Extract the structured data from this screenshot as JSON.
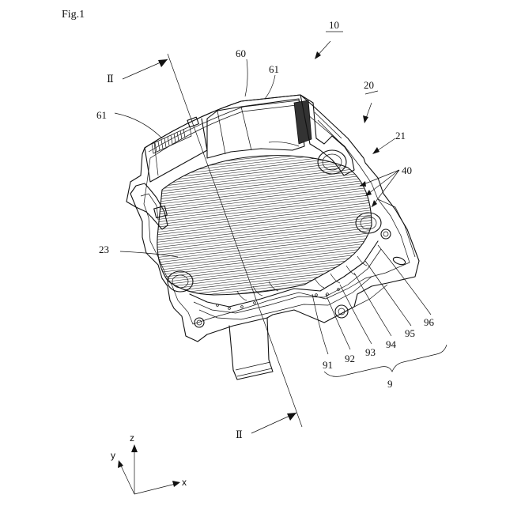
{
  "figure": {
    "title": "Fig.1",
    "section_marks": [
      "Ⅱ",
      "Ⅱ"
    ],
    "labels": {
      "l10": "10",
      "l20": "20",
      "l21": "21",
      "l23": "23",
      "l40": "40",
      "l60": "60",
      "l61a": "61",
      "l61b": "61",
      "l9": "9",
      "l91": "91",
      "l92": "92",
      "l93": "93",
      "l94": "94",
      "l95": "95",
      "l96": "96"
    },
    "axes": {
      "x": "x",
      "y": "y",
      "z": "z"
    }
  }
}
